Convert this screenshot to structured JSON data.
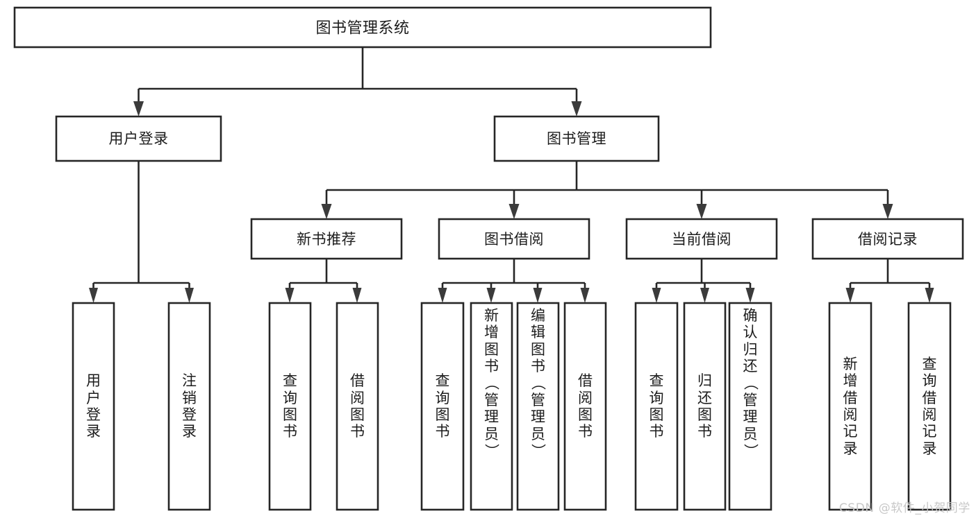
{
  "diagram": {
    "title": "图书管理系统",
    "type": "tree-hierarchy",
    "orientation": "top-down",
    "colors": {
      "box_stroke": "#262626",
      "box_fill": "#ffffff",
      "connector": "#262626",
      "text": "#1c1c1c",
      "background": "#ffffff",
      "watermark": "#c8c8c8"
    },
    "root": {
      "label": "图书管理系统"
    },
    "level2": [
      {
        "label": "用户登录"
      },
      {
        "label": "图书管理"
      }
    ],
    "level3": [
      {
        "label": "新书推荐"
      },
      {
        "label": "图书借阅"
      },
      {
        "label": "当前借阅"
      },
      {
        "label": "借阅记录"
      }
    ],
    "leaves": {
      "user_login": [
        {
          "label": "用户登录"
        },
        {
          "label": "注销登录"
        }
      ],
      "new_book_recommend": [
        {
          "label": "查询图书"
        },
        {
          "label": "借阅图书"
        }
      ],
      "book_borrow": [
        {
          "label": "查询图书"
        },
        {
          "label": "新增图书（管理员）"
        },
        {
          "label": "编辑图书（管理员）"
        },
        {
          "label": "借阅图书"
        }
      ],
      "current_borrow": [
        {
          "label": "查询图书"
        },
        {
          "label": "归还图书"
        },
        {
          "label": "确认归还（管理员）"
        }
      ],
      "borrow_record": [
        {
          "label": "新增借阅记录"
        },
        {
          "label": "查询借阅记录"
        }
      ]
    }
  },
  "watermark": {
    "text": "CSDN @软件_小贺同学"
  }
}
